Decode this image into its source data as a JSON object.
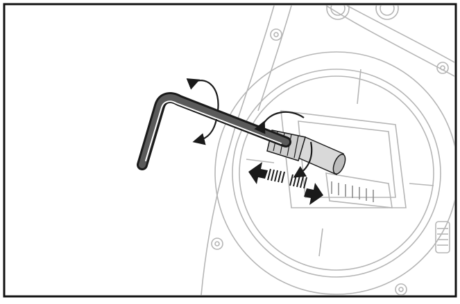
{
  "colors": {
    "border": "#111111",
    "outline_light": "#b5b5b5",
    "outline_mid": "#8c8c8c",
    "wrench": "#2a2a2a",
    "arrow": "#1a1a1a",
    "background": "#ffffff"
  },
  "figure": {
    "parts": [
      {
        "name": "hex-key-wrench",
        "icon": "allen-key-icon"
      },
      {
        "name": "gimbal-adjustment-screw",
        "icon": "screw-icon"
      },
      {
        "name": "transmitter-gimbal-housing",
        "icon": "gimbal-icon"
      }
    ],
    "arrows": [
      {
        "name": "rotate-wrench-arrow",
        "meaning": "rotation"
      },
      {
        "name": "rotate-screw-arrow",
        "meaning": "rotation"
      },
      {
        "name": "push-pull-arrow",
        "meaning": "in-out movement"
      }
    ]
  }
}
